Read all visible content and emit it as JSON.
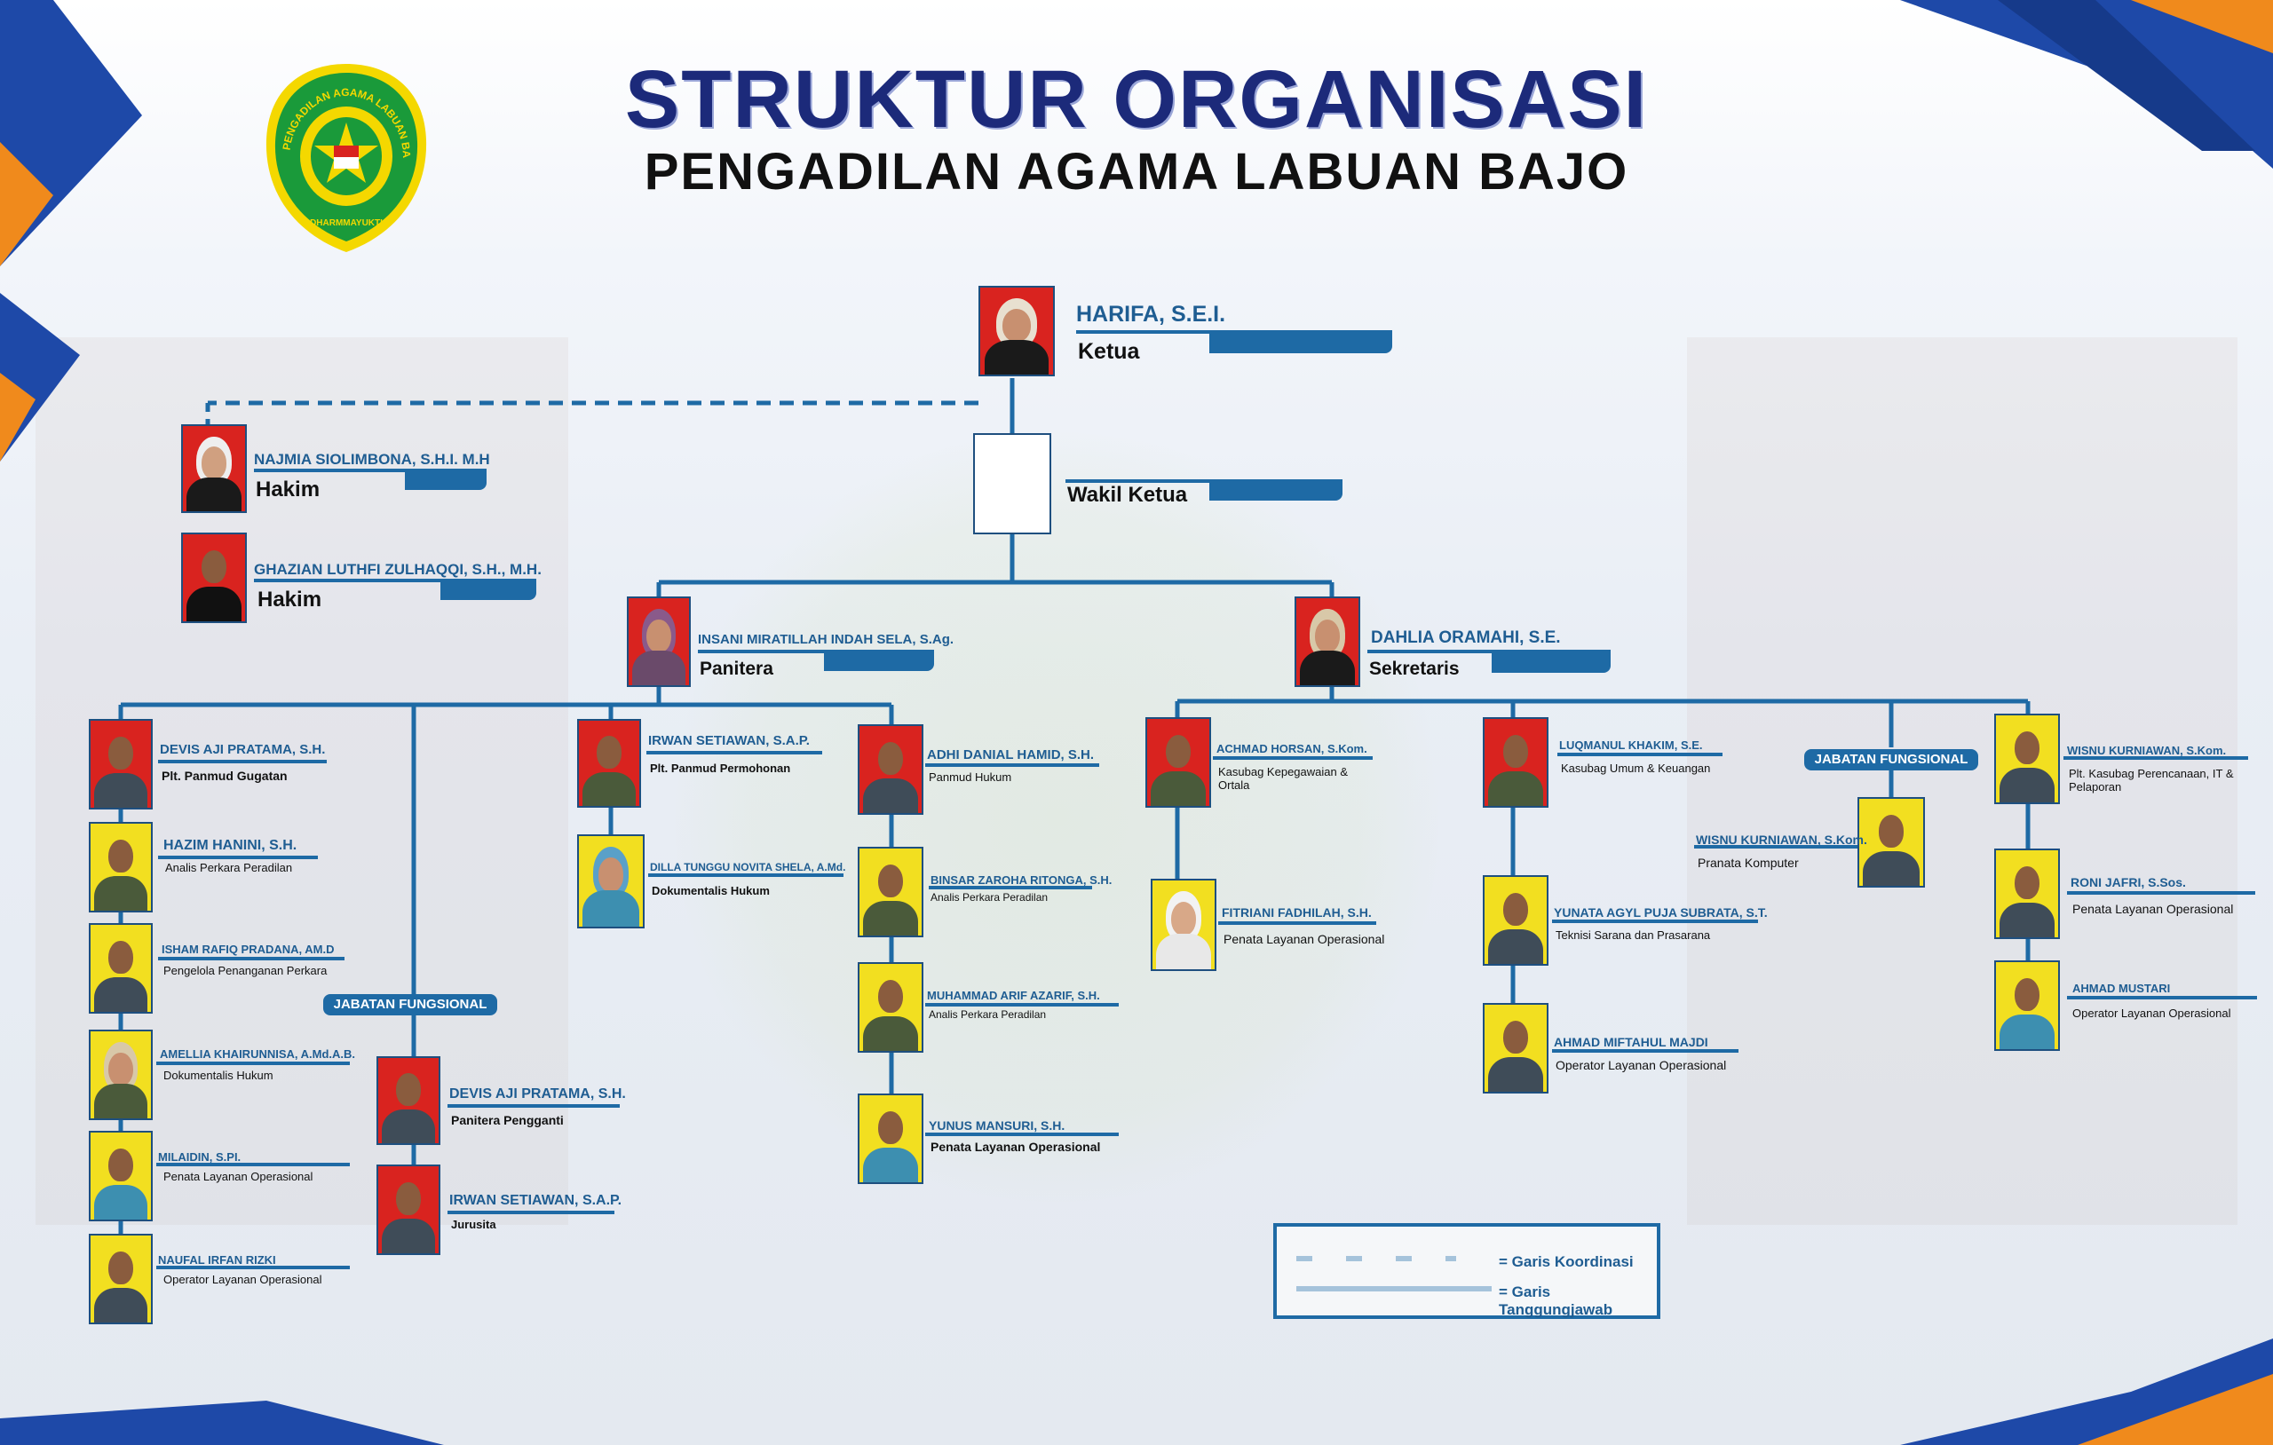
{
  "header": {
    "title": "STRUKTUR ORGANISASI",
    "subtitle": "PENGADILAN AGAMA LABUAN BAJO"
  },
  "logo": {
    "ring_text": "PENGADILAN AGAMA LABUAN BAJO",
    "motto": "DHARMMAYUKTI"
  },
  "colors": {
    "title": "#1c2a7a",
    "name": "#1f5d92",
    "line": "#1e6aa5",
    "photo_red": "#d9231f",
    "photo_yellow": "#f2df20",
    "logo_green": "#1a9a3a",
    "logo_yellow": "#f4d800",
    "accent_orange": "#f08a1c"
  },
  "people": {
    "ketua": {
      "name": "HARIFA, S.E.I.",
      "role": "Ketua"
    },
    "wakil": {
      "name": "",
      "role": "Wakil Ketua"
    },
    "hakim1": {
      "name": "NAJMIA SIOLIMBONA, S.H.I. M.H",
      "role": "Hakim"
    },
    "hakim2": {
      "name": "GHAZIAN LUTHFI ZULHAQQI, S.H., M.H.",
      "role": "Hakim"
    },
    "panitera": {
      "name": "INSANI MIRATILLAH INDAH SELA, S.Ag.",
      "role": "Panitera"
    },
    "sekretaris": {
      "name": "DAHLIA ORAMAHI, S.E.",
      "role": "Sekretaris"
    },
    "p1": {
      "name": "DEVIS AJI PRATAMA, S.H.",
      "role": "Plt. Panmud Gugatan"
    },
    "p2": {
      "name": "HAZIM HANINI, S.H.",
      "role": "Analis Perkara Peradilan"
    },
    "p3": {
      "name": "ISHAM RAFIQ PRADANA, AM.D",
      "role": "Pengelola Penanganan Perkara"
    },
    "p4": {
      "name": "AMELLIA KHAIRUNNISA, A.Md.A.B.",
      "role": "Dokumentalis Hukum"
    },
    "p5": {
      "name": "MILAIDIN, S.PI.",
      "role": "Penata Layanan Operasional"
    },
    "p6": {
      "name": "NAUFAL IRFAN RIZKI",
      "role": "Operator Layanan Operasional"
    },
    "jf1": {
      "name": "DEVIS AJI PRATAMA, S.H.",
      "role": "Panitera Pengganti"
    },
    "jf2": {
      "name": "IRWAN SETIAWAN, S.A.P.",
      "role": "Jurusita"
    },
    "q1": {
      "name": "IRWAN SETIAWAN, S.A.P.",
      "role": "Plt. Panmud Permohonan"
    },
    "q2": {
      "name": "DILLA TUNGGU NOVITA SHELA, A.Md.",
      "role": "Dokumentalis Hukum"
    },
    "r1": {
      "name": "ADHI DANIAL HAMID, S.H.",
      "role": "Panmud Hukum"
    },
    "r2": {
      "name": "BINSAR ZAROHA RITONGA, S.H.",
      "role": "Analis Perkara Peradilan"
    },
    "r3": {
      "name": "MUHAMMAD ARIF AZARIF, S.H.",
      "role": "Analis Perkara Peradilan"
    },
    "r4": {
      "name": "YUNUS MANSURI, S.H.",
      "role": "Penata Layanan Operasional"
    },
    "s1": {
      "name": "ACHMAD HORSAN, S.Kom.",
      "role": "Kasubag Kepegawaian & Ortala"
    },
    "s2": {
      "name": "FITRIANI FADHILAH, S.H.",
      "role": "Penata Layanan Operasional"
    },
    "u1": {
      "name": "LUQMANUL KHAKIM, S.E.",
      "role": "Kasubag Umum & Keuangan"
    },
    "u2": {
      "name": "YUNATA AGYL PUJA SUBRATA, S.T.",
      "role": "Teknisi Sarana dan Prasarana"
    },
    "u3": {
      "name": "AHMAD MIFTAHUL MAJDI",
      "role": "Operator Layanan Operasional"
    },
    "jf3": {
      "name": "WISNU KURNIAWAN, S.Kom.",
      "role": "Pranata Komputer"
    },
    "w1": {
      "name": "WISNU KURNIAWAN, S.Kom.",
      "role": "Plt. Kasubag Perencanaan, IT & Pelaporan"
    },
    "w2": {
      "name": "RONI JAFRI, S.Sos.",
      "role": "Penata Layanan Operasional"
    },
    "w3": {
      "name": "AHMAD MUSTARI",
      "role": "Operator Layanan Operasional"
    }
  },
  "badges": {
    "jf_left": "JABATAN FUNGSIONAL",
    "jf_right": "JABATAN FUNGSIONAL"
  },
  "legend": {
    "dashed": "= Garis Koordinasi",
    "solid": "= Garis Tanggungjawab"
  }
}
